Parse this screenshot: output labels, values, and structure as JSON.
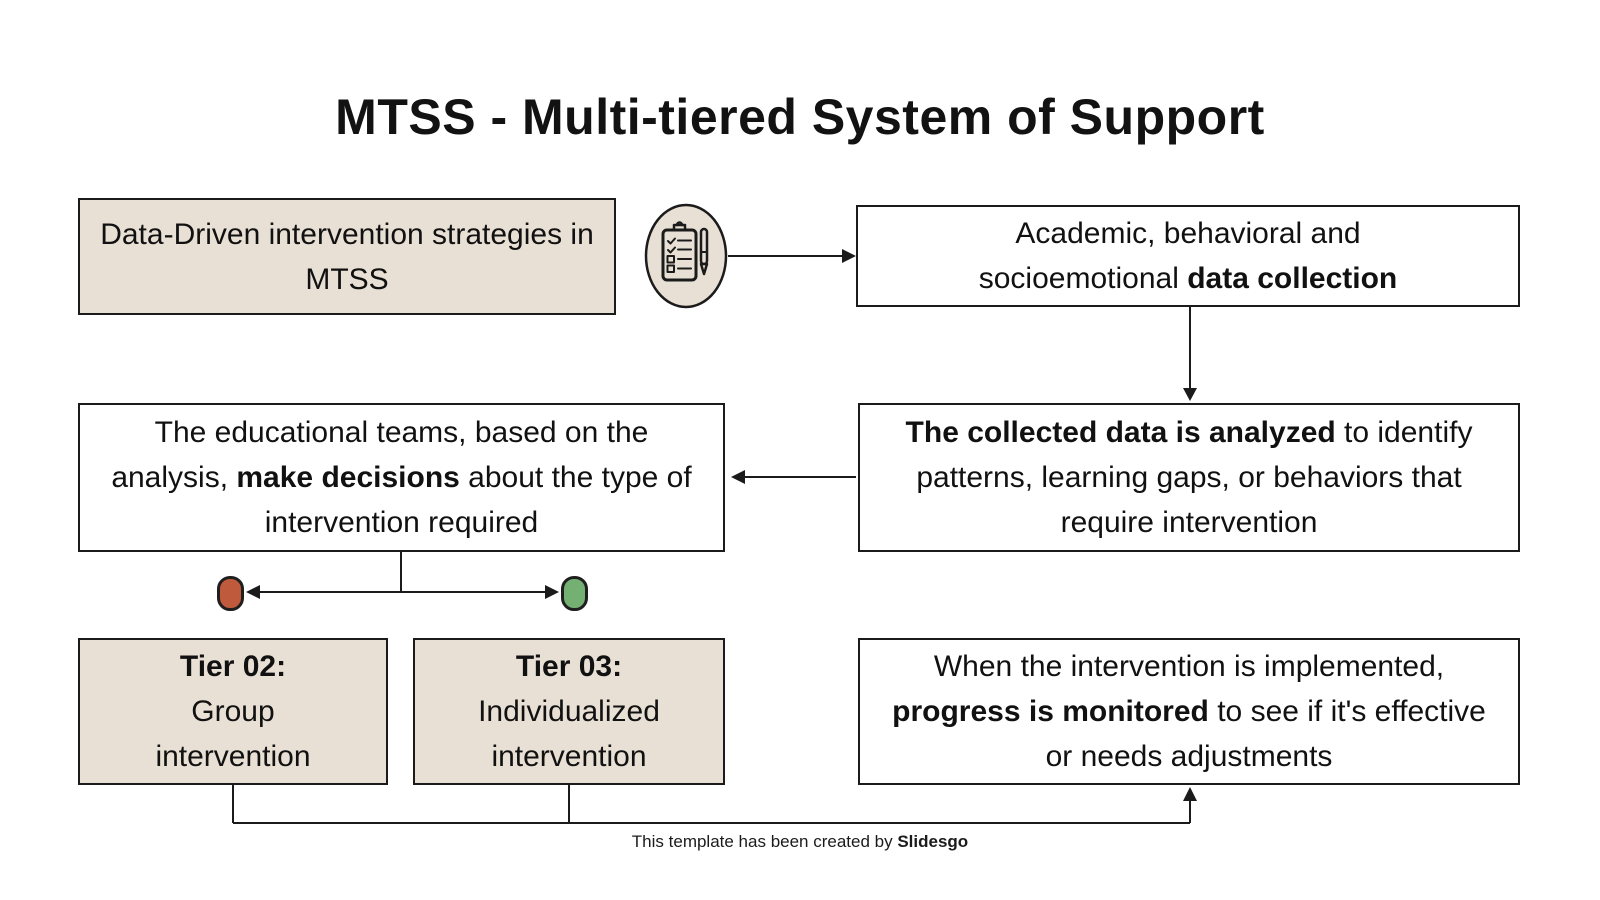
{
  "page": {
    "title": "MTSS - Multi-tiered System of Support",
    "footer_prefix": "This template has been created by ",
    "footer_brand": "Slidesgo"
  },
  "colors": {
    "background": "#ffffff",
    "beige_fill": "#e9e0d5",
    "border": "#1b1b1b",
    "text": "#111111",
    "red_dot_fill": "#c05a3c",
    "green_dot_fill": "#74b072"
  },
  "flow": {
    "strategies": {
      "text": "Data-Driven intervention strategies in MTSS"
    },
    "data_collection": {
      "pre": "Academic, behavioral and socioemotional ",
      "bold": "data collection",
      "post": ""
    },
    "analysis": {
      "pre": "",
      "bold": "The collected data is analyzed",
      "post": " to identify patterns, learning gaps, or behaviors that require intervention"
    },
    "decisions": {
      "pre": "The educational teams, based on the analysis, ",
      "bold": "make decisions",
      "post": " about the type of intervention required"
    },
    "tier2": {
      "title": "Tier 02:",
      "line1": "Group",
      "line2": "intervention"
    },
    "tier3": {
      "title": "Tier 03:",
      "line1": "Individualized",
      "line2": "intervention"
    },
    "monitoring": {
      "pre": "When the intervention is implemented, ",
      "bold": "progress is monitored",
      "post": " to see if it's effective or needs adjustments"
    }
  },
  "icon": {
    "name": "clipboard-checklist-icon"
  }
}
